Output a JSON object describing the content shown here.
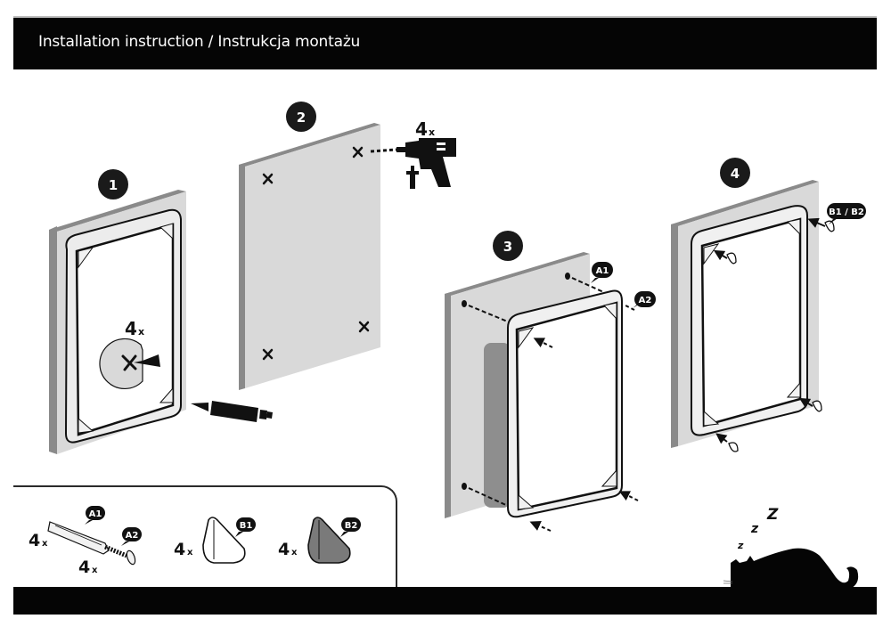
{
  "header": {
    "title": "Installation instruction / Instrukcja montażu"
  },
  "colors": {
    "bar": "#050505",
    "wall": "#d9d9d9",
    "wall_edge": "#8a8a8a",
    "frame": "#111111",
    "b2_fill": "#7a7a7a"
  },
  "steps": [
    {
      "number": "1",
      "quantity": "4",
      "quantity_suffix": "x",
      "icons": [
        "frame-on-wall",
        "x-mark",
        "marker-pen"
      ]
    },
    {
      "number": "2",
      "quantity": "4",
      "quantity_suffix": "x",
      "icons": [
        "wall-panel",
        "x-mark",
        "drill"
      ]
    },
    {
      "number": "3",
      "callouts": [
        "A1",
        "A2"
      ],
      "icons": [
        "wall-panel",
        "frame",
        "dowel",
        "screw"
      ]
    },
    {
      "number": "4",
      "callouts": [
        "B1 / B2"
      ],
      "icons": [
        "frame-on-wall",
        "corner-cap"
      ]
    }
  ],
  "parts": [
    {
      "id": "A1",
      "name": "wall plug",
      "quantity": "4",
      "quantity_suffix": "x"
    },
    {
      "id": "A2",
      "name": "screw",
      "quantity": "4",
      "quantity_suffix": "x"
    },
    {
      "id": "B1",
      "name": "corner cap white",
      "quantity": "4",
      "quantity_suffix": "x"
    },
    {
      "id": "B2",
      "name": "corner cap grey",
      "quantity": "4",
      "quantity_suffix": "x"
    }
  ],
  "decoration": {
    "sleep_text": [
      "z",
      "z",
      "Z"
    ],
    "icon": "sleeping-cat"
  }
}
